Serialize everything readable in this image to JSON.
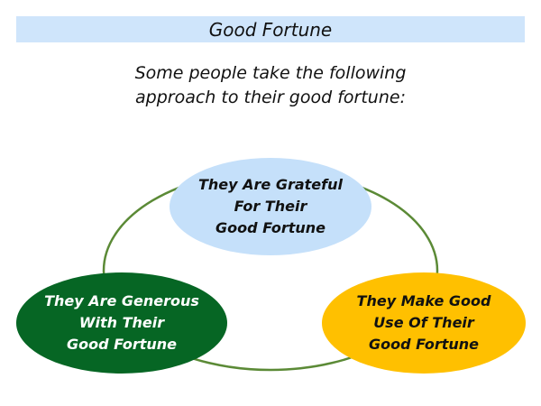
{
  "title": "Good Fortune",
  "subtitle": {
    "lines": [
      "Some people take the following",
      "approach to their good fortune:"
    ]
  },
  "nodes": [
    {
      "lines": [
        "They Are Grateful",
        "For Their",
        "Good Fortune"
      ],
      "color": "#c5e0fa",
      "text_color": "#111111"
    },
    {
      "lines": [
        "They Are Generous",
        "With Their",
        "Good Fortune"
      ],
      "color": "#066624",
      "text_color": "#ffffff"
    },
    {
      "lines": [
        "They Make Good",
        "Use Of Their",
        "Good Fortune"
      ],
      "color": "#ffc000",
      "text_color": "#111111"
    }
  ],
  "colors": {
    "banner": "#cfe5fb",
    "cycle_line": "#5b8a36"
  }
}
